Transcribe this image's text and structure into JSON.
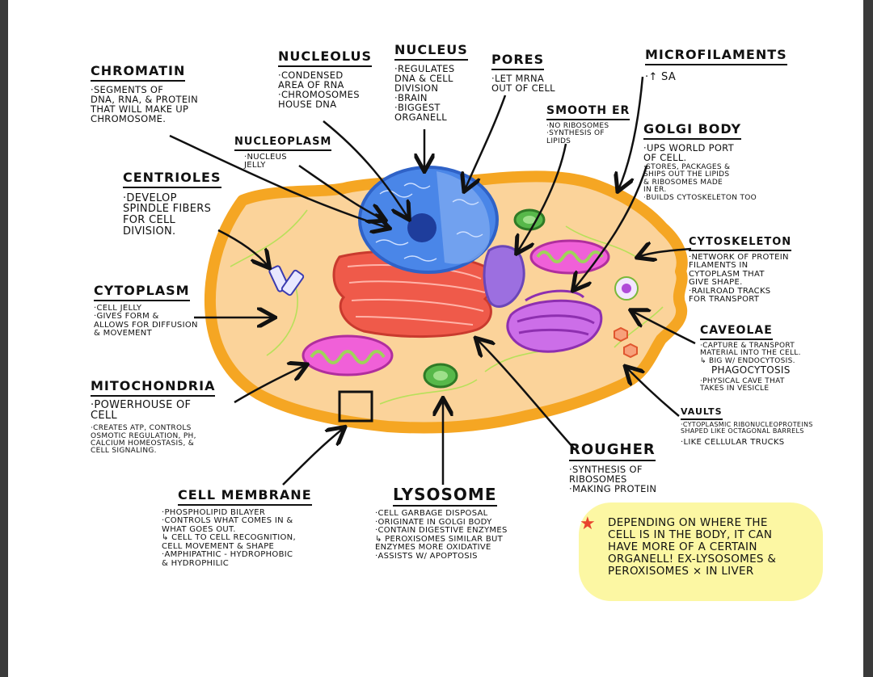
{
  "chromatin": {
    "title": "CHROMATIN",
    "text": "·SEGMENTS OF\nDNA, RNA, & PROTEIN\nTHAT WILL MAKE UP\nCHROMOSOME."
  },
  "nucleolus": {
    "title": "NUCLEOLUS",
    "text": "·CONDENSED\nAREA OF RNA\n·CHROMOSOMES\nHOUSE DNA"
  },
  "nucleus": {
    "title": "NUCLEUS",
    "text": "·REGULATES\nDNA & CELL\nDIVISION\n·BRAIN\n·BIGGEST\nORGANELL"
  },
  "pores": {
    "title": "PORES",
    "text": "·LET MRNA\nOUT OF CELL"
  },
  "microfilaments": {
    "title": "MICROFILAMENTS",
    "text": "·↑ SA"
  },
  "smooth_er": {
    "title": "SMOOTH ER",
    "text": "·NO RIBOSOMES\n·SYNTHESIS OF\nLIPIDS"
  },
  "golgi": {
    "title": "GOLGI BODY",
    "lead": "·UPS WORLD PORT\nOF CELL.",
    "text": "·STORES, PACKAGES &\nSHIPS OUT THE LIPIDS\n& RIBOSOMES MADE\nIN ER.\n·BUILDS CYTOSKELETON TOO"
  },
  "nucleoplasm": {
    "title": "NUCLEOPLASM",
    "text": "·NUCLEUS\nJELLY"
  },
  "centrioles": {
    "title": "CENTRIOLES",
    "text": "·DEVELOP\nSPINDLE FIBERS\nFOR CELL\nDIVISION."
  },
  "cytoskeleton": {
    "title": "CYTOSKELETON",
    "text": "·NETWORK OF PROTEIN\nFILAMENTS IN\nCYTOPLASM THAT\nGIVE SHAPE.\n·RAILROAD TRACKS\nFOR TRANSPORT"
  },
  "cytoplasm": {
    "title": "CYTOPLASM",
    "text": "·CELL JELLY\n·GIVES FORM &\nALLOWS FOR DIFFUSION\n& MOVEMENT"
  },
  "caveolae": {
    "title": "CAVEOLAE",
    "text": "·CAPTURE & TRANSPORT\nMATERIAL INTO THE CELL.\n↳ BIG W/ ENDOCYTOSIS.",
    "extra": "PHAGOCYTOSIS",
    "text2": "·PHYSICAL CAVE THAT\nTAKES IN VESICLE"
  },
  "mitochondria": {
    "title": "MITOCHONDRIA",
    "lead": "·POWERHOUSE OF\nCELL",
    "text": "·CREATES ATP, CONTROLS\nOSMOTIC REGULATION, PH,\nCALCIUM HOMEOSTASIS, &\nCELL SIGNALING."
  },
  "vaults": {
    "title": "VAULTS",
    "text": "·CYTOPLASMIC RIBONUCLEOPROTEINS\nSHAPED LIKE OCTAGONAL BARRELS",
    "text2": "·LIKE CELLULAR TRUCKS"
  },
  "rougher": {
    "title": "ROUGHER",
    "text": "·SYNTHESIS OF\nRIBOSOMES\n·MAKING PROTEIN"
  },
  "cell_membrane": {
    "title": "CELL MEMBRANE",
    "text": "·PHOSPHOLIPID BILAYER\n·CONTROLS WHAT COMES IN &\nWHAT GOES OUT.\n    ↳ CELL TO CELL RECOGNITION,\n    CELL MOVEMENT & SHAPE\n·AMPHIPATHIC - HYDROPHOBIC\n& HYDROPHILIC"
  },
  "lysosome": {
    "title": "LYSOSOME",
    "text": "·CELL GARBAGE DISPOSAL\n·ORIGINATE IN GOLGI BODY\n·CONTAIN DIGESTIVE ENZYMES\n↳ PEROXISOMES SIMILAR BUT\nENZYMES MORE OXIDATIVE\n·ASSISTS W/ APOPTOSIS"
  },
  "note": {
    "icon": "star-icon",
    "text": "DEPENDING ON WHERE THE\nCELL IS IN THE BODY, IT CAN\nHAVE MORE OF A CERTAIN\nORGANELL! EX-LYSOSOMES &\nPEROXISOMES × IN LIVER"
  },
  "colors": {
    "membrane": "#f5a623",
    "cytoplasm": "#fbd39a",
    "nucleus": "#4a86e8",
    "rough_er": "#ef5a4a",
    "golgi": "#cc6ee8",
    "mito_outer": "#f060d8",
    "mito_inner": "#9fd35a",
    "lysosome": "#57b84a",
    "note_bg": "#fcf7a3"
  }
}
